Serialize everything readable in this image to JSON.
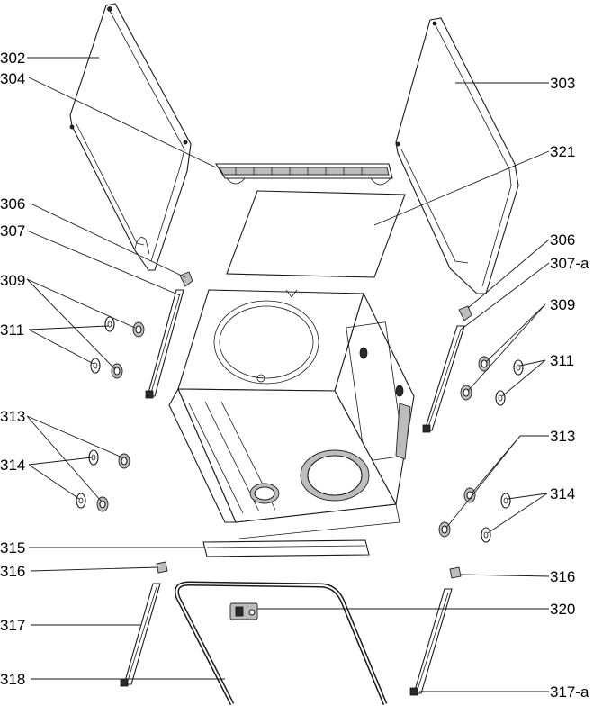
{
  "labels": {
    "l302": "302",
    "l304": "304",
    "l306_left": "306",
    "l307": "307",
    "l309_left": "309",
    "l311_left": "311",
    "l313_left": "313",
    "l314_left": "314",
    "l315": "315",
    "l316_left": "316",
    "l317": "317",
    "l318": "318",
    "l303": "303",
    "l321": "321",
    "l306_right": "306",
    "l307a": "307-a",
    "l309_right": "309",
    "l311_right": "311",
    "l313_right": "313",
    "l314_right": "314",
    "l316_right": "316",
    "l320": "320",
    "l317a": "317-a"
  }
}
